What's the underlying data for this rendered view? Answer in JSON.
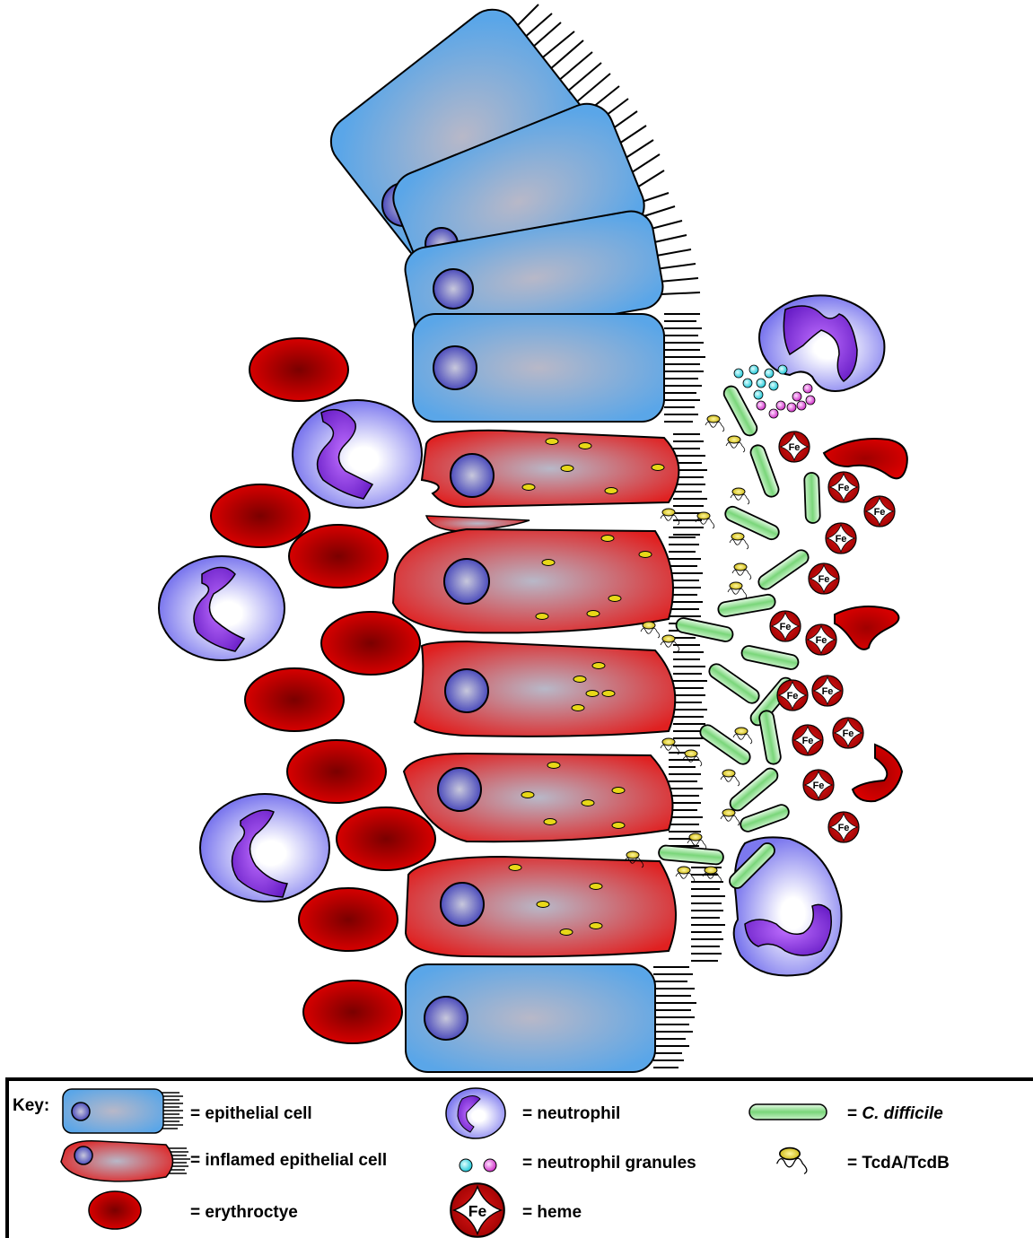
{
  "heme_symbol": "Fe",
  "key": {
    "title": "Key:",
    "epithelial_cell": "= epithelial cell",
    "inflamed_epithelial_cell": "= inflamed epithelial cell",
    "erythrocyte": "= erythroctye",
    "neutrophil": "= neutrophil",
    "neutrophil_granules": "= neutrophil granules",
    "heme": "= heme",
    "c_difficile_prefix": "= ",
    "c_difficile_name": "C. difficile",
    "toxin": "= TcdA/TcdB"
  },
  "colors": {
    "epithelial": "#5ba6e6",
    "inflamed": "#e02828",
    "erythrocyte": "#cc0000",
    "neutrophil": "#8f8cf0",
    "neutrophil_nucleus": "#8a2be2",
    "c_difficile": "#8fe08f",
    "granule_cyan": "#35d6e0",
    "granule_magenta": "#e04ad8",
    "toxin": "#e0d020",
    "heme": "#b01010"
  }
}
